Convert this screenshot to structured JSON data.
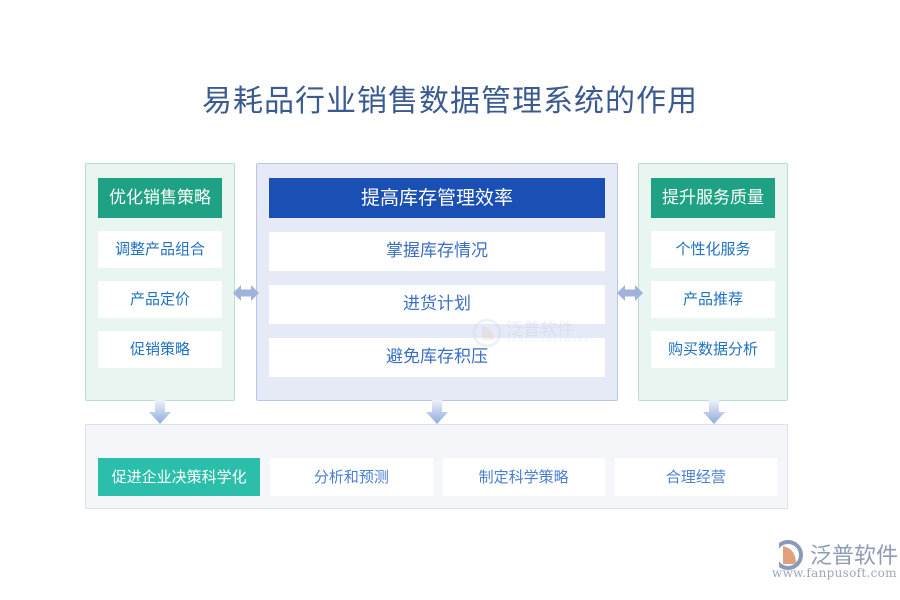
{
  "page": {
    "title": "易耗品行业销售数据管理系统的作用",
    "background": "#ffffff"
  },
  "colors": {
    "teal_header": "#1fa183",
    "blue_header": "#1a4fb4",
    "teal_chip": "#2bbfab",
    "item_text_blue": "#1f72c2",
    "center_item_text": "#3a6fc4",
    "title_text": "#3b5a8f",
    "side_panel_bg": "#e9f5f0",
    "center_panel_bg": "#e5eaf6",
    "bottom_panel_bg": "#f4f6fa",
    "arrow_blue": "#9fb3dc"
  },
  "columns": [
    {
      "id": "optimize-sales-strategy",
      "header": "优化销售策略",
      "header_style": "teal",
      "items": [
        "调整产品组合",
        "产品定价",
        "促销策略"
      ]
    },
    {
      "id": "improve-inventory-efficiency",
      "header": "提高库存管理效率",
      "header_style": "blue",
      "items": [
        "掌握库存情况",
        "进货计划",
        "避免库存积压"
      ]
    },
    {
      "id": "improve-service-quality",
      "header": "提升服务质量",
      "header_style": "teal",
      "items": [
        "个性化服务",
        "产品推荐",
        "购买数据分析"
      ]
    }
  ],
  "connectors": {
    "horizontal": [
      "double-arrow-horizontal-icon",
      "double-arrow-horizontal-icon"
    ],
    "vertical": [
      "arrow-down-icon",
      "arrow-down-icon",
      "arrow-down-icon"
    ]
  },
  "bottom": {
    "cards": [
      {
        "label": "促进企业决策科学化",
        "highlight": true
      },
      {
        "label": "分析和预测",
        "highlight": false
      },
      {
        "label": "制定科学策略",
        "highlight": false
      },
      {
        "label": "合理经营",
        "highlight": false
      }
    ]
  },
  "watermark": {
    "text": "泛普软件",
    "subtext": "FANPU SOFTWARE"
  },
  "logo": {
    "name": "泛普软件",
    "url": "www.fanpusoft.com"
  }
}
